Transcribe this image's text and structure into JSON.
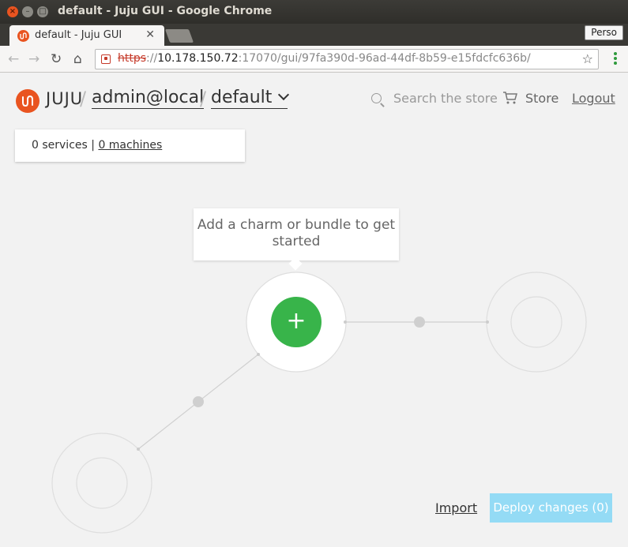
{
  "window": {
    "title": "default - Juju GUI - Google Chrome"
  },
  "browser": {
    "tab_title": "default - Juju GUI",
    "profile_label": "Perso",
    "url_scheme": "https",
    "url_sep": "://",
    "url_host": "10.178.150.72",
    "url_path": ":17070/gui/97fa390d-96ad-44df-8b59-e15fdcfc636b/"
  },
  "header": {
    "wordmark": "JUJU",
    "user": "admin@local",
    "model": "default",
    "search_placeholder": "Search the store",
    "store_label": "Store",
    "logout_label": "Logout"
  },
  "counts": {
    "services": "0 services",
    "divider": "|",
    "machines": "0 machines"
  },
  "canvas": {
    "tooltip": "Add a charm or bundle to get started",
    "add_symbol": "+"
  },
  "footer": {
    "import_label": "Import",
    "deploy_label": "Deploy changes (0)"
  },
  "colors": {
    "accent": "#e95420",
    "add": "#38b44a",
    "deploy": "#94dbf5"
  }
}
